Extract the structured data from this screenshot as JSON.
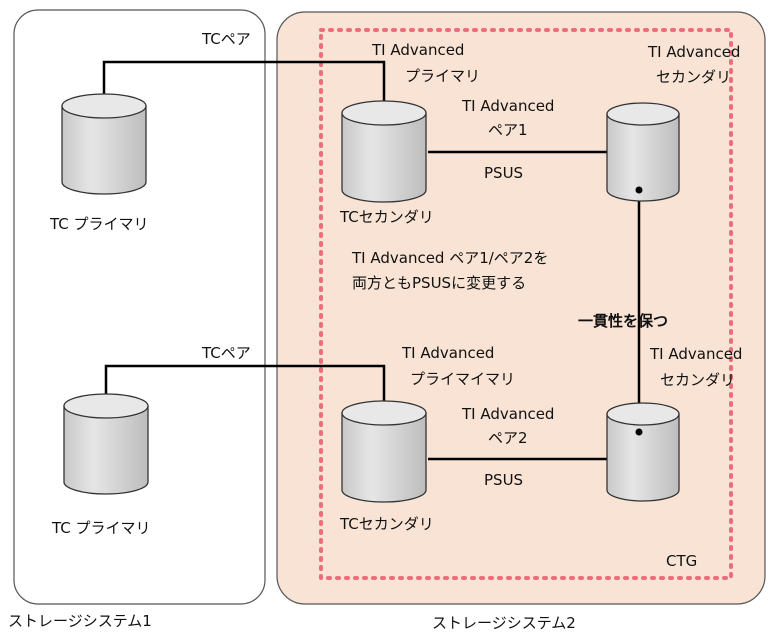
{
  "storage1": {
    "label": "ストレージシステム1"
  },
  "storage2": {
    "label": "ストレージシステム2",
    "fill": "#f8e3d4"
  },
  "ctg": {
    "label": "CTG",
    "border_color": "#f06b7b"
  },
  "pair_top": {
    "tc_pair": "TCペア",
    "tc_primary": "TC プライマリ",
    "tc_secondary": "TCセカンダリ",
    "ti_primary": [
      "TI  Advanced",
      "プライマリ"
    ],
    "ti_secondary": [
      "TI Advanced",
      "セカンダリ"
    ],
    "ti_pair": [
      "TI Advanced",
      "ペア1"
    ],
    "status": "PSUS"
  },
  "pair_bottom": {
    "tc_pair": "TCペア",
    "tc_primary": "TC プライマリ",
    "tc_secondary": "TCセカンダリ",
    "ti_primary": [
      "TI  Advanced",
      "プライマイマリ"
    ],
    "ti_secondary": [
      "TI Advanced",
      "セカンダリ"
    ],
    "ti_pair": [
      "TI Advanced",
      "ペア2"
    ],
    "status": "PSUS"
  },
  "note": [
    "TI Advanced ペア1/ペア2を",
    "両方ともPSUSに変更する"
  ],
  "consistency": "一貫性を保つ",
  "colors": {
    "cylinder_top": "#e8e8e8",
    "cylinder_body": "#d0d0d0",
    "line": "#000000"
  }
}
